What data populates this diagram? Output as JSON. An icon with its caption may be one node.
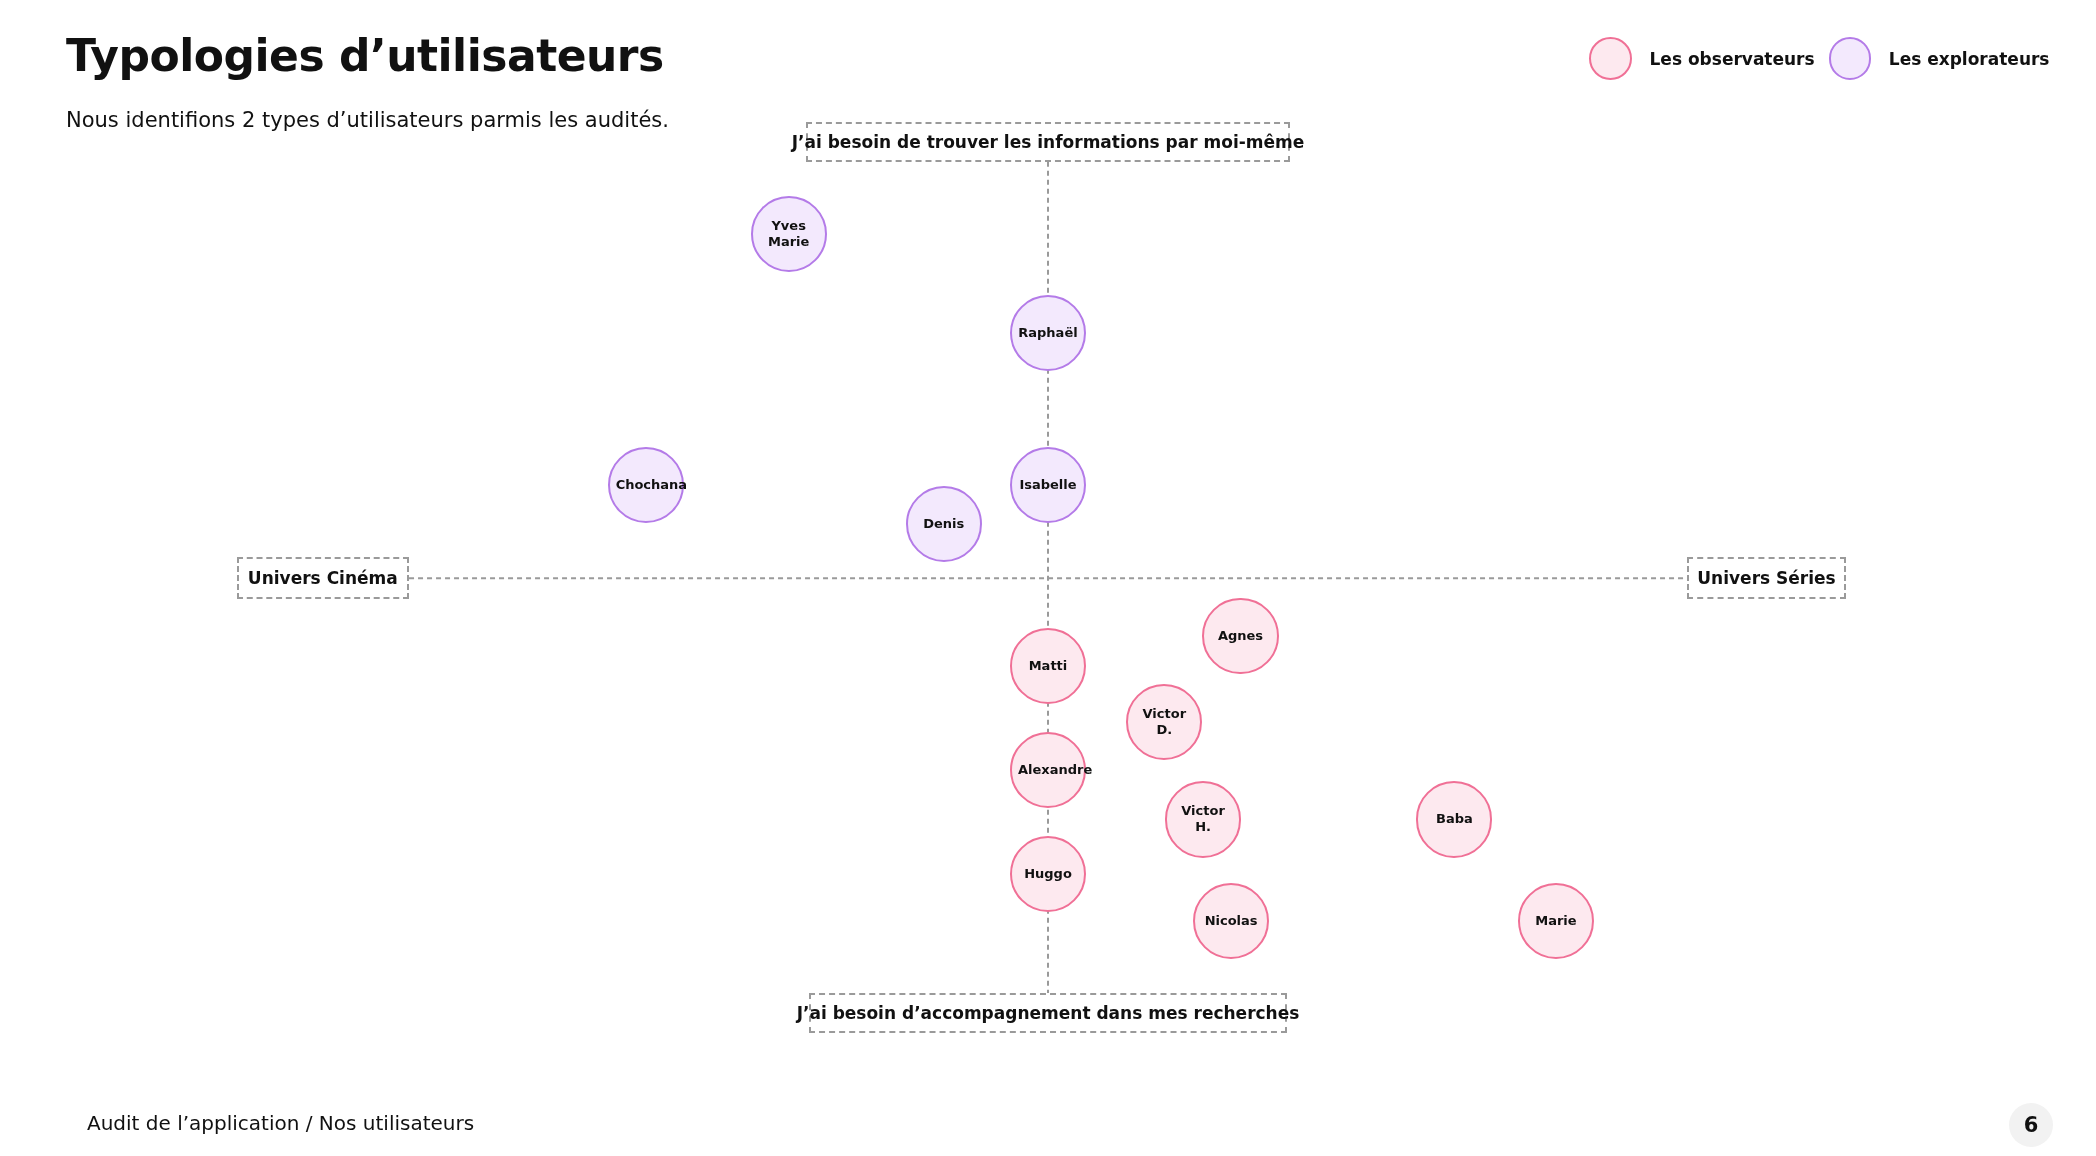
{
  "diagram": {
    "title": "Typologies d’utilisateurs",
    "nodes": [
      {
        "text": [
          "J’ai besoin de trouver les informations par moi-même"
        ]
      },
      {
        "text": [
          "Yves Marie"
        ]
      },
      {
        "text": [
          "Raphaël"
        ]
      },
      {
        "text": [
          "Chochana"
        ]
      },
      {
        "text": [
          "Isabelle"
        ]
      },
      {
        "text": [
          "Denis"
        ]
      },
      {
        "text": [
          "Univers Cinéma"
        ]
      },
      {
        "text": [
          "Univers Séries"
        ]
      },
      {
        "text": [
          "Agnes"
        ]
      },
      {
        "text": [
          "Matti"
        ]
      },
      {
        "text": [
          "Victor D."
        ]
      },
      {
        "text": [
          "Alexandre"
        ]
      },
      {
        "text": [
          "Victor H."
        ]
      },
      {
        "text": [
          "Baba"
        ]
      },
      {
        "text": [
          "Huggo"
        ]
      },
      {
        "text": [
          "Nicolas"
        ]
      },
      {
        "text": [
          "Marie"
        ]
      },
      {
        "text": [
          "J’ai besoin d’accompagnement dans mes recherches"
        ]
      }
    ],
    "edges": [],
    "labels": [
      "Nous identifions 2 types d’utilisateurs parmis les audités.",
      "Audit de l’application / Nos utilisateurs",
      "6"
    ],
    "legend": [
      {
        "text": "Les observateurs",
        "color": "#fde9ef"
      },
      {
        "text": "Les explorateurs",
        "color": "#f3e9fd"
      }
    ]
  }
}
